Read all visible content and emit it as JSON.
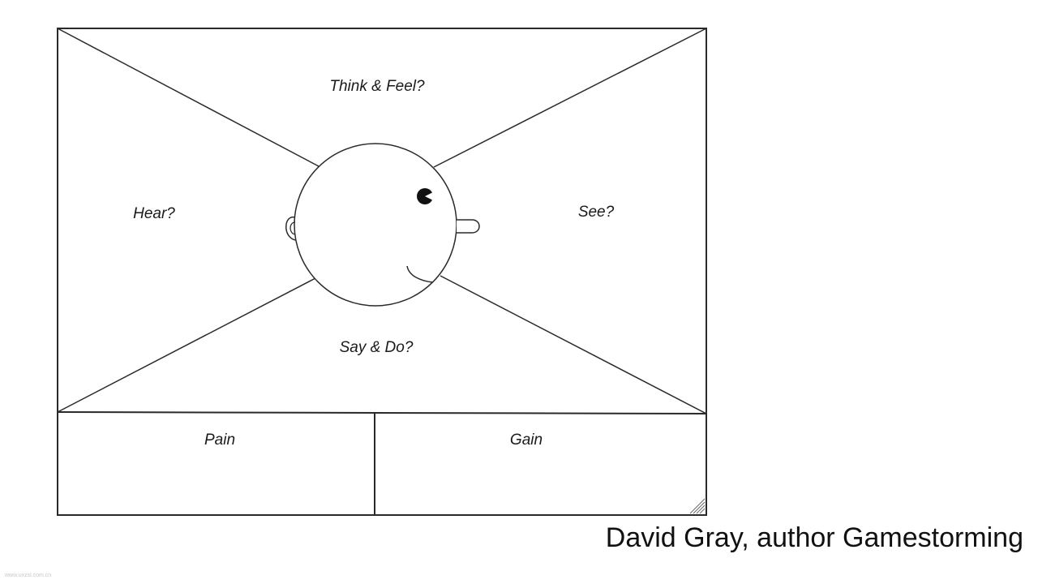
{
  "empathy_map": {
    "quadrants": {
      "think_feel": "Think & Feel?",
      "hear": "Hear?",
      "see": "See?",
      "say_do": "Say & Do?"
    },
    "bottom_boxes": {
      "pain": "Pain",
      "gain": "Gain"
    }
  },
  "attribution": "David Gray, author Gamestorming",
  "watermark": "www.uxzsl.com.cn"
}
